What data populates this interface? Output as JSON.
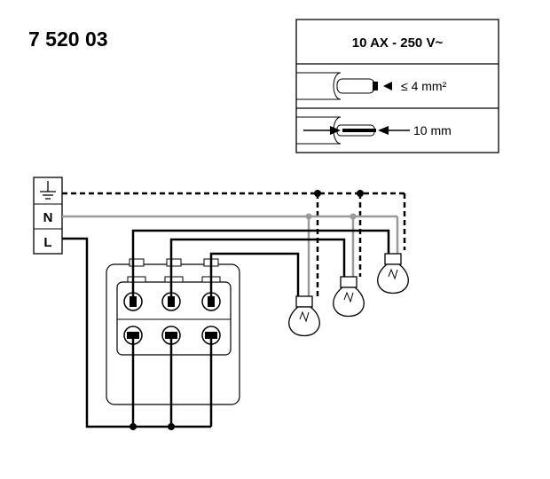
{
  "product_code": "7 520 03",
  "rating_box": {
    "rating": "10 AX - 250 V~",
    "wire_section": "≤ 4 mm²",
    "strip_length": "10 mm"
  },
  "terminals": {
    "earth": "⏚",
    "neutral": "N",
    "live": "L"
  },
  "wire_colors": {
    "live": "#000000",
    "neutral": "#9a9a9a",
    "earth": "#000000"
  },
  "lamp_count": 3,
  "switch_terminal_rows": 2,
  "switch_terminal_cols": 3
}
